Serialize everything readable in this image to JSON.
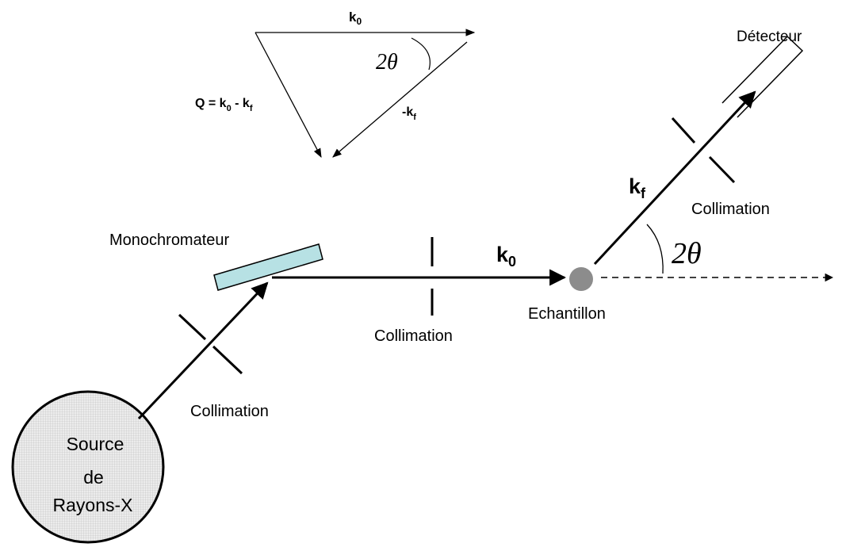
{
  "labels": {
    "source_line1": "Source",
    "source_line2": "de",
    "source_line3": "Rayons-X",
    "monochromator": "Monochromateur",
    "collimation_source": "Collimation",
    "collimation_beam": "Collimation",
    "collimation_detector": "Collimation",
    "sample": "Echantillon",
    "detector": "Détecteur",
    "k0_beam_letter": "k",
    "k0_beam_sub": "0",
    "kf_beam_letter": "k",
    "kf_beam_sub": "f",
    "two_theta_main": "2θ"
  },
  "triangle": {
    "k0_letter": "k",
    "k0_sub": "0",
    "two_theta": "2θ",
    "minus_kf_prefix": "-k",
    "minus_kf_sub": "f",
    "q_prefix": "Q = k",
    "q_sub0": "0",
    "q_mid": " - k",
    "q_subf": "f"
  },
  "colors": {
    "source_fill": "#e0e0e0",
    "monochromator_fill": "#b7e1e4",
    "sample_fill": "#8c8c8c",
    "line": "#000000"
  }
}
